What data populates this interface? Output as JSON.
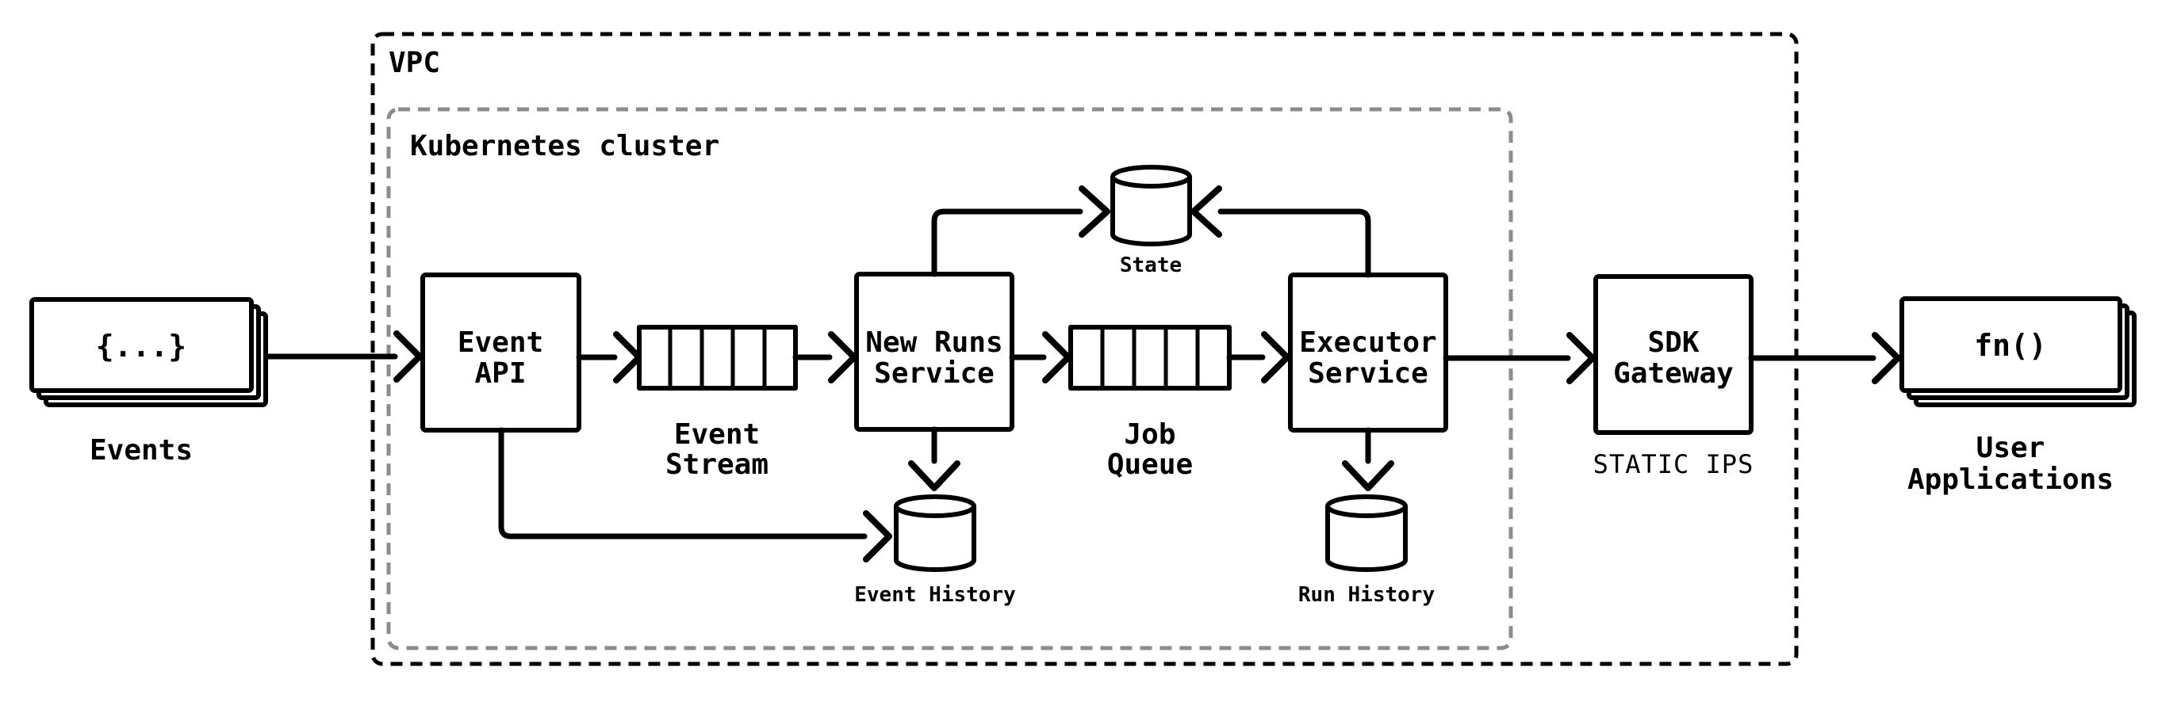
{
  "colors": {
    "ink": "#000000",
    "cluster_border": "#8c8c8c",
    "background": "#ffffff"
  },
  "boundaries": {
    "vpc": {
      "label": "VPC"
    },
    "kubernetes": {
      "label": "Kubernetes cluster"
    }
  },
  "nodes": {
    "events": {
      "glyph": "{...}",
      "label": "Events"
    },
    "event_api": {
      "line1": "Event",
      "line2": "API"
    },
    "event_stream": {
      "line1": "Event",
      "line2": "Stream"
    },
    "new_runs_service": {
      "line1": "New Runs",
      "line2": "Service"
    },
    "job_queue": {
      "line1": "Job",
      "line2": "Queue"
    },
    "executor_service": {
      "line1": "Executor",
      "line2": "Service"
    },
    "state": {
      "label": "State"
    },
    "event_history": {
      "label": "Event History"
    },
    "run_history": {
      "label": "Run History"
    },
    "sdk_gateway": {
      "line1": "SDK",
      "line2": "Gateway",
      "sublabel": "STATIC IPS"
    },
    "user_applications": {
      "glyph": "fn()",
      "line1": "User",
      "line2": "Applications"
    }
  }
}
